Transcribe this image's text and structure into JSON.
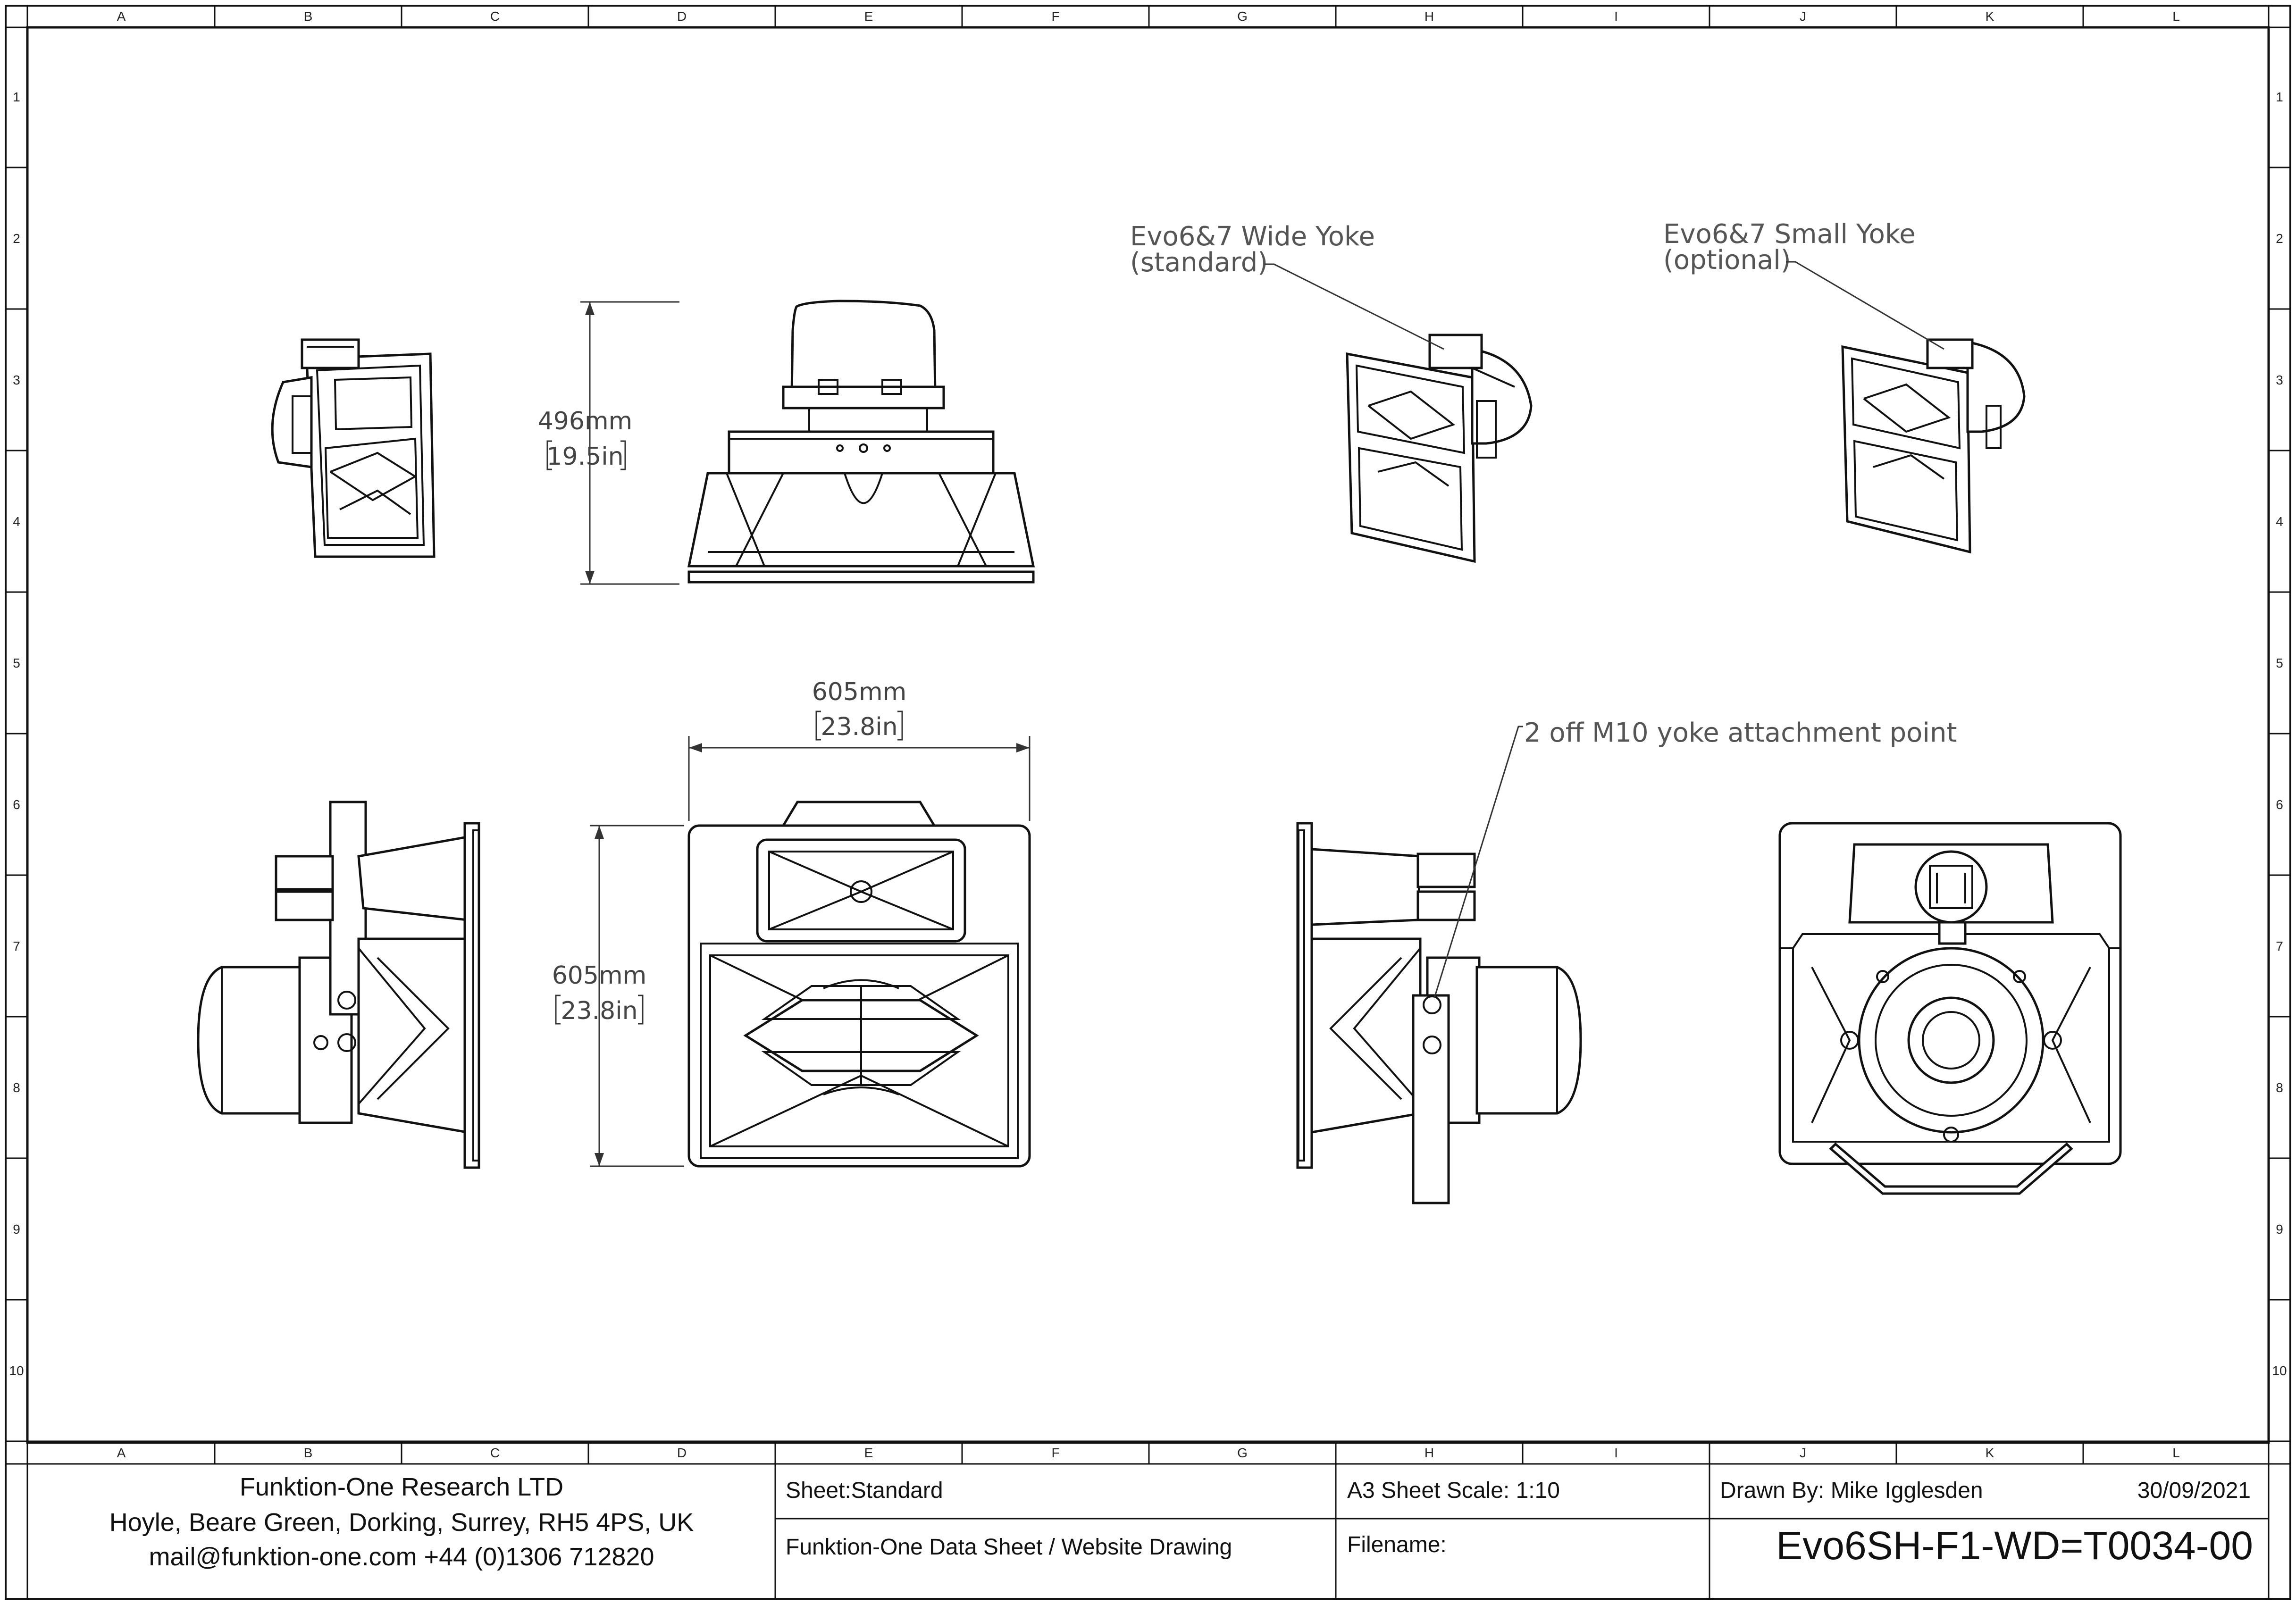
{
  "columns": [
    "A",
    "B",
    "C",
    "D",
    "E",
    "F",
    "G",
    "H",
    "I",
    "J",
    "K",
    "L"
  ],
  "rows": [
    "1",
    "2",
    "3",
    "4",
    "5",
    "6",
    "7",
    "8",
    "9",
    "10"
  ],
  "dimensions": {
    "height_mm": "496mm",
    "height_in": "19.5in",
    "width_mm": "605mm",
    "width_in": "23.8in",
    "front_height_mm": "605mm",
    "front_height_in": "23.8in"
  },
  "callouts": {
    "wide_yoke_line1": "Evo6&7 Wide Yoke",
    "wide_yoke_line2": "(standard)",
    "small_yoke_line1": "Evo6&7 Small Yoke",
    "small_yoke_line2": "(optional)",
    "attachment": "2 off M10 yoke attachment point"
  },
  "title_block": {
    "company": "Funktion-One Research LTD",
    "address": "Hoyle, Beare Green, Dorking, Surrey, RH5 4PS, UK",
    "contact": "mail@funktion-one.com  +44 (0)1306 712820",
    "sheet": "Sheet:Standard",
    "description": "Funktion-One Data Sheet / Website Drawing",
    "scale": "A3 Sheet Scale: 1:10",
    "filename_label": "Filename:",
    "drawn_by": "Drawn By: Mike Igglesden",
    "date": "30/09/2021",
    "drawing_number": "Evo6SH-F1-WD=T0034-00"
  }
}
